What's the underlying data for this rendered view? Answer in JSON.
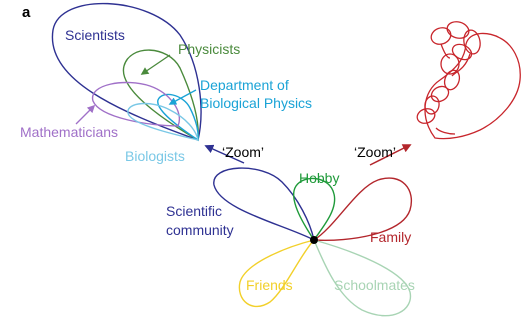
{
  "panel_label": "a",
  "labels": {
    "scientists": "Scientists",
    "physicists": "Physicists",
    "dept_line1": "Department of",
    "dept_line2": "Biological Physics",
    "mathematicians": "Mathematicians",
    "biologists": "Biologists",
    "zoom_left": "‘Zoom’",
    "zoom_right": "‘Zoom’",
    "hobby": "Hobby",
    "sci_comm_line1": "Scientific",
    "sci_comm_line2": "community",
    "family": "Family",
    "friends": "Friends",
    "schoolmates": "Schoolmates"
  },
  "colors": {
    "scientists": "#2e3192",
    "physicists": "#4a8a3c",
    "dept": "#1aa3d6",
    "mathematicians": "#a070c8",
    "biologists": "#7ac8e6",
    "hobby": "#1f9a3a",
    "scientific_community": "#2e3192",
    "family": "#b3262c",
    "friends": "#f2d02a",
    "schoolmates": "#a8d4b4",
    "red_cluster": "#c8262c",
    "node": "#000000"
  }
}
